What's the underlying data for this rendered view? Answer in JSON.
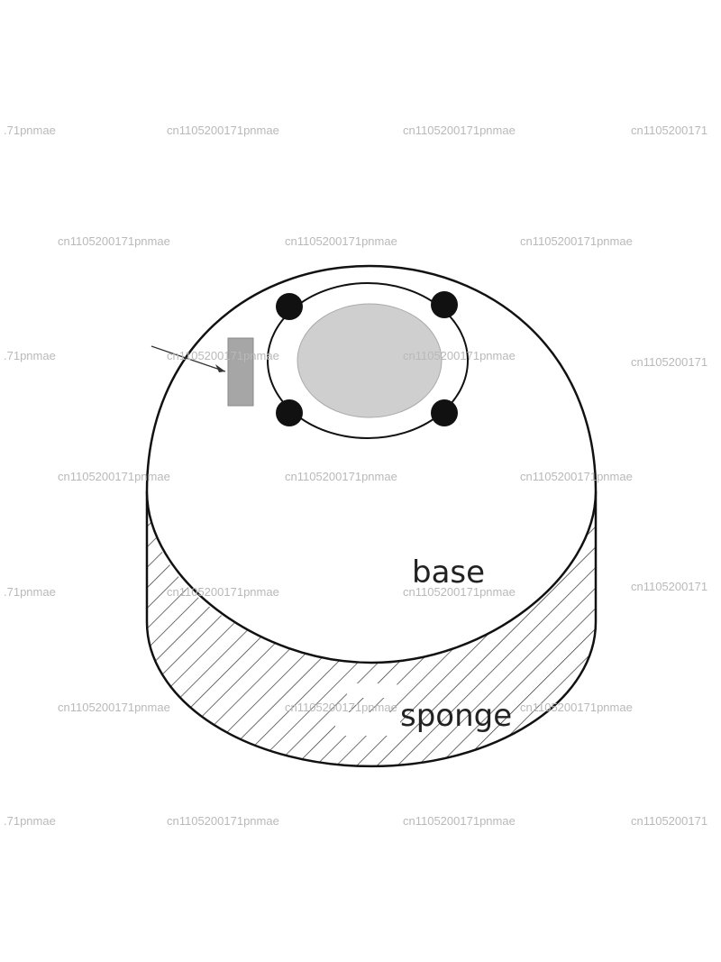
{
  "diagram": {
    "labels": {
      "base": "base",
      "sponge": "sponge"
    },
    "parts": [
      "base",
      "sponge",
      "inner-ring",
      "center-pad",
      "mounting-screw",
      "mounting-screw",
      "mounting-screw",
      "mounting-screw",
      "side-tab",
      "pointer-arrow"
    ]
  },
  "watermark": {
    "text": "cn1105200171pnmae",
    "fragment_left": ".71pnmae",
    "fragment_right": "cn1105200171"
  },
  "colors": {
    "outline": "#111111",
    "pad_fill": "#cfcfcf",
    "tab_fill": "#a6a6a6",
    "hatch": "#333333",
    "watermark": "#b9b9b9"
  }
}
